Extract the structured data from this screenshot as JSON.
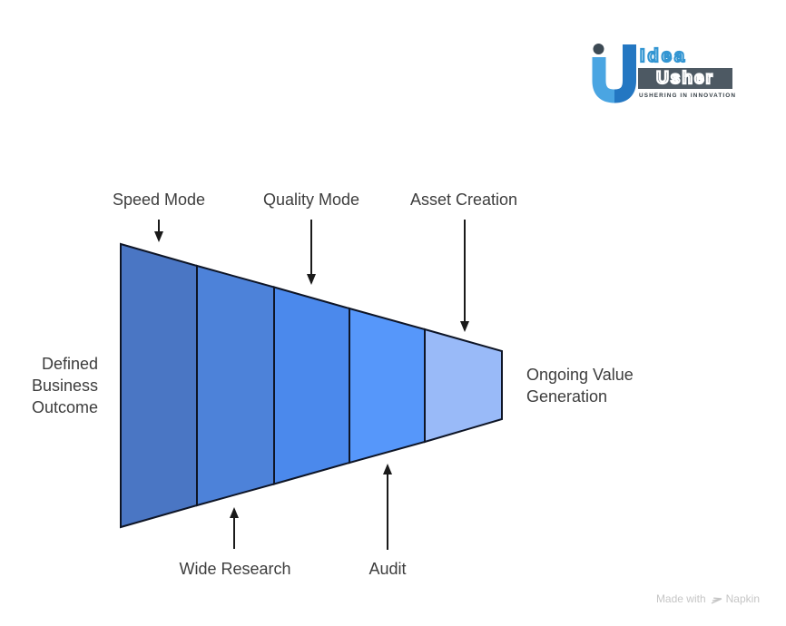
{
  "canvas": {
    "background": "#ffffff"
  },
  "logo": {
    "brand_line1": "Idea",
    "brand_line2": "Usher",
    "tagline": "USHERING IN INNOVATION",
    "colors": {
      "blue": "#3295d2",
      "box": "#4d5963",
      "dot": "#3d4a54",
      "icon_light": "#4aa5e2",
      "icon_dark": "#2477c2",
      "tagline_color": "#333d44"
    }
  },
  "funnel": {
    "outline": "#0e1526",
    "segments": [
      {
        "name": "stage-1",
        "color": "#4a76c4"
      },
      {
        "name": "stage-2",
        "color": "#4d82d9"
      },
      {
        "name": "stage-3",
        "color": "#4b89ec"
      },
      {
        "name": "stage-4",
        "color": "#5697fa"
      },
      {
        "name": "stage-5",
        "color": "#99baf8"
      }
    ]
  },
  "arrows": {
    "color": "#1a1a1a"
  },
  "labels": {
    "color": "#3d3d3d",
    "top": [
      {
        "text": "Speed Mode"
      },
      {
        "text": "Quality Mode"
      },
      {
        "text": "Asset Creation"
      }
    ],
    "bottom": [
      {
        "text": "Wide Research"
      },
      {
        "text": "Audit"
      }
    ],
    "left": {
      "text": "Defined\nBusiness\nOutcome"
    },
    "right": {
      "text": "Ongoing Value\nGeneration"
    }
  },
  "footer": {
    "made_with": "Made with",
    "brand": "Napkin",
    "color": "#c6c6c6"
  }
}
